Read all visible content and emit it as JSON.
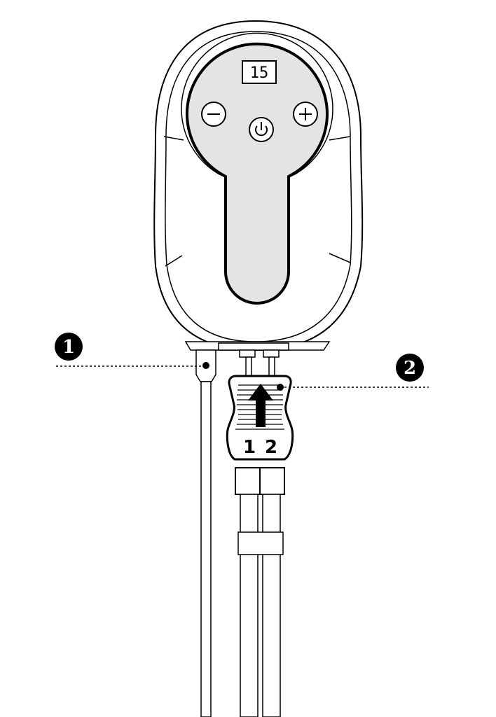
{
  "colors": {
    "outline": "#000000",
    "panel_fill": "#e4e4e4",
    "background": "#ffffff"
  },
  "display": {
    "value": "15"
  },
  "buttons": [
    {
      "name": "minus",
      "icon": "minus-circle-icon"
    },
    {
      "name": "power",
      "icon": "power-icon"
    },
    {
      "name": "plus",
      "icon": "plus-circle-icon"
    }
  ],
  "callouts": [
    {
      "number": "1"
    },
    {
      "number": "2"
    }
  ],
  "plug": {
    "pin_labels": [
      "1",
      "2"
    ],
    "arrow_icon": "arrow-up-icon"
  }
}
